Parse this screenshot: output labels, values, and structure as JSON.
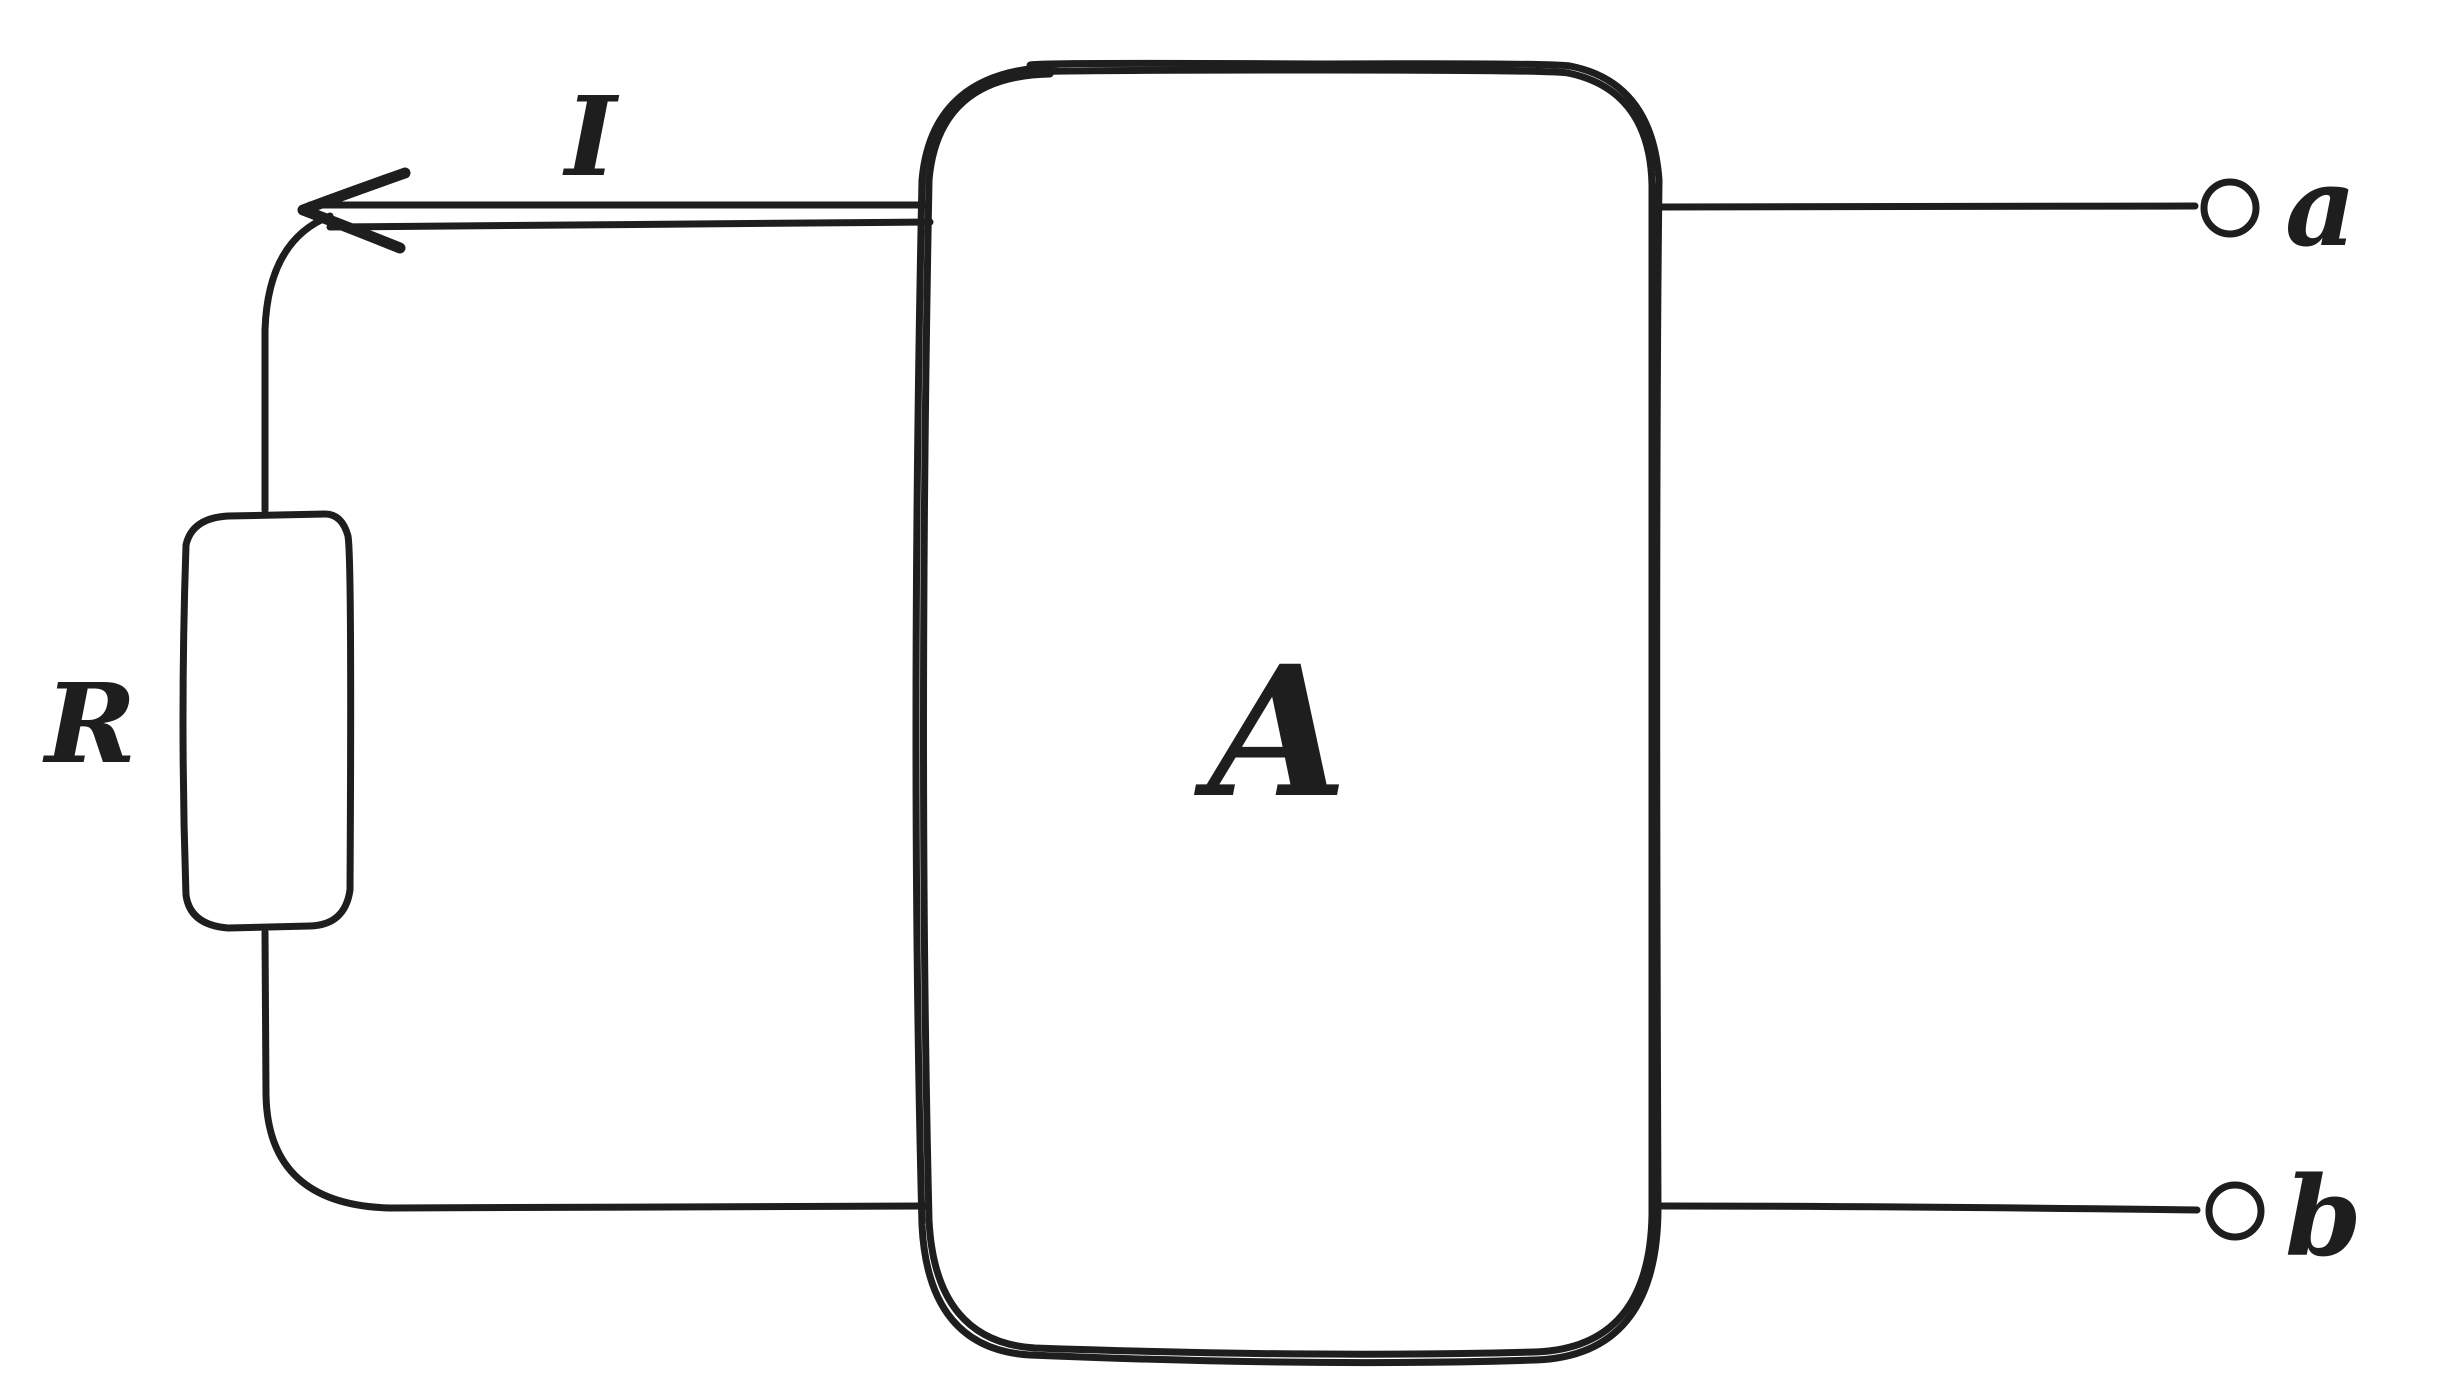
{
  "diagram": {
    "current_label": "I",
    "resistor_label": "R",
    "network_label": "A",
    "terminal_a_label": "a",
    "terminal_b_label": "b"
  },
  "colors": {
    "stroke": "#1e1e1e",
    "background": "#ffffff"
  }
}
